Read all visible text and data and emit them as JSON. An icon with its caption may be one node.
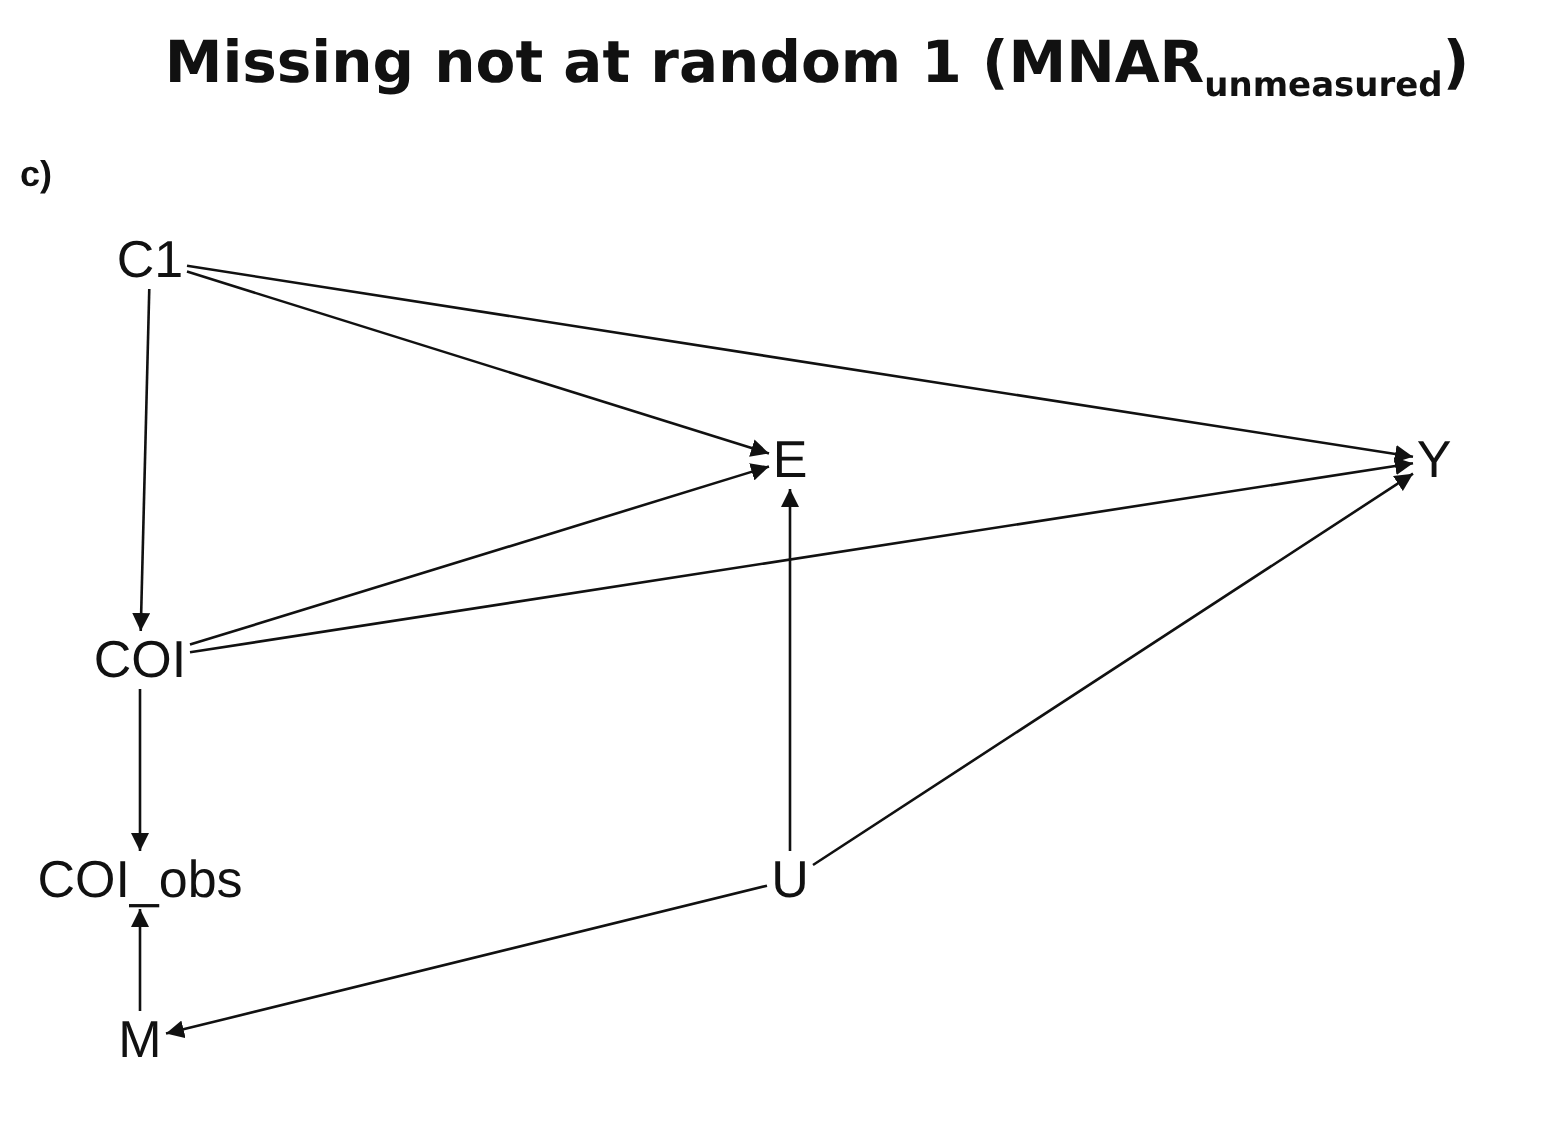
{
  "diagram": {
    "title": "Missing not at random 1 (MNAR$_{unmeasured}$)",
    "nodes": [
      {
        "text": [
          "C1"
        ]
      },
      {
        "text": [
          "E"
        ]
      },
      {
        "text": [
          "Y"
        ]
      },
      {
        "text": [
          "COI"
        ]
      },
      {
        "text": [
          "COI_obs"
        ]
      },
      {
        "text": [
          "U"
        ]
      },
      {
        "text": [
          "M"
        ]
      }
    ],
    "edges": [
      {
        "from": 0,
        "to": 1,
        "arrow": "to"
      },
      {
        "from": 0,
        "to": 2,
        "arrow": "to"
      },
      {
        "from": 0,
        "to": 3,
        "arrow": "to"
      },
      {
        "from": 3,
        "to": 1,
        "arrow": "to"
      },
      {
        "from": 3,
        "to": 2,
        "arrow": "to"
      },
      {
        "from": 3,
        "to": 4,
        "arrow": "to"
      },
      {
        "from": 5,
        "to": 1,
        "arrow": "to"
      },
      {
        "from": 5,
        "to": 2,
        "arrow": "to"
      },
      {
        "from": 5,
        "to": 6,
        "arrow": "to"
      },
      {
        "from": 6,
        "to": 4,
        "arrow": "to"
      }
    ],
    "labels": [
      "c)"
    ]
  }
}
